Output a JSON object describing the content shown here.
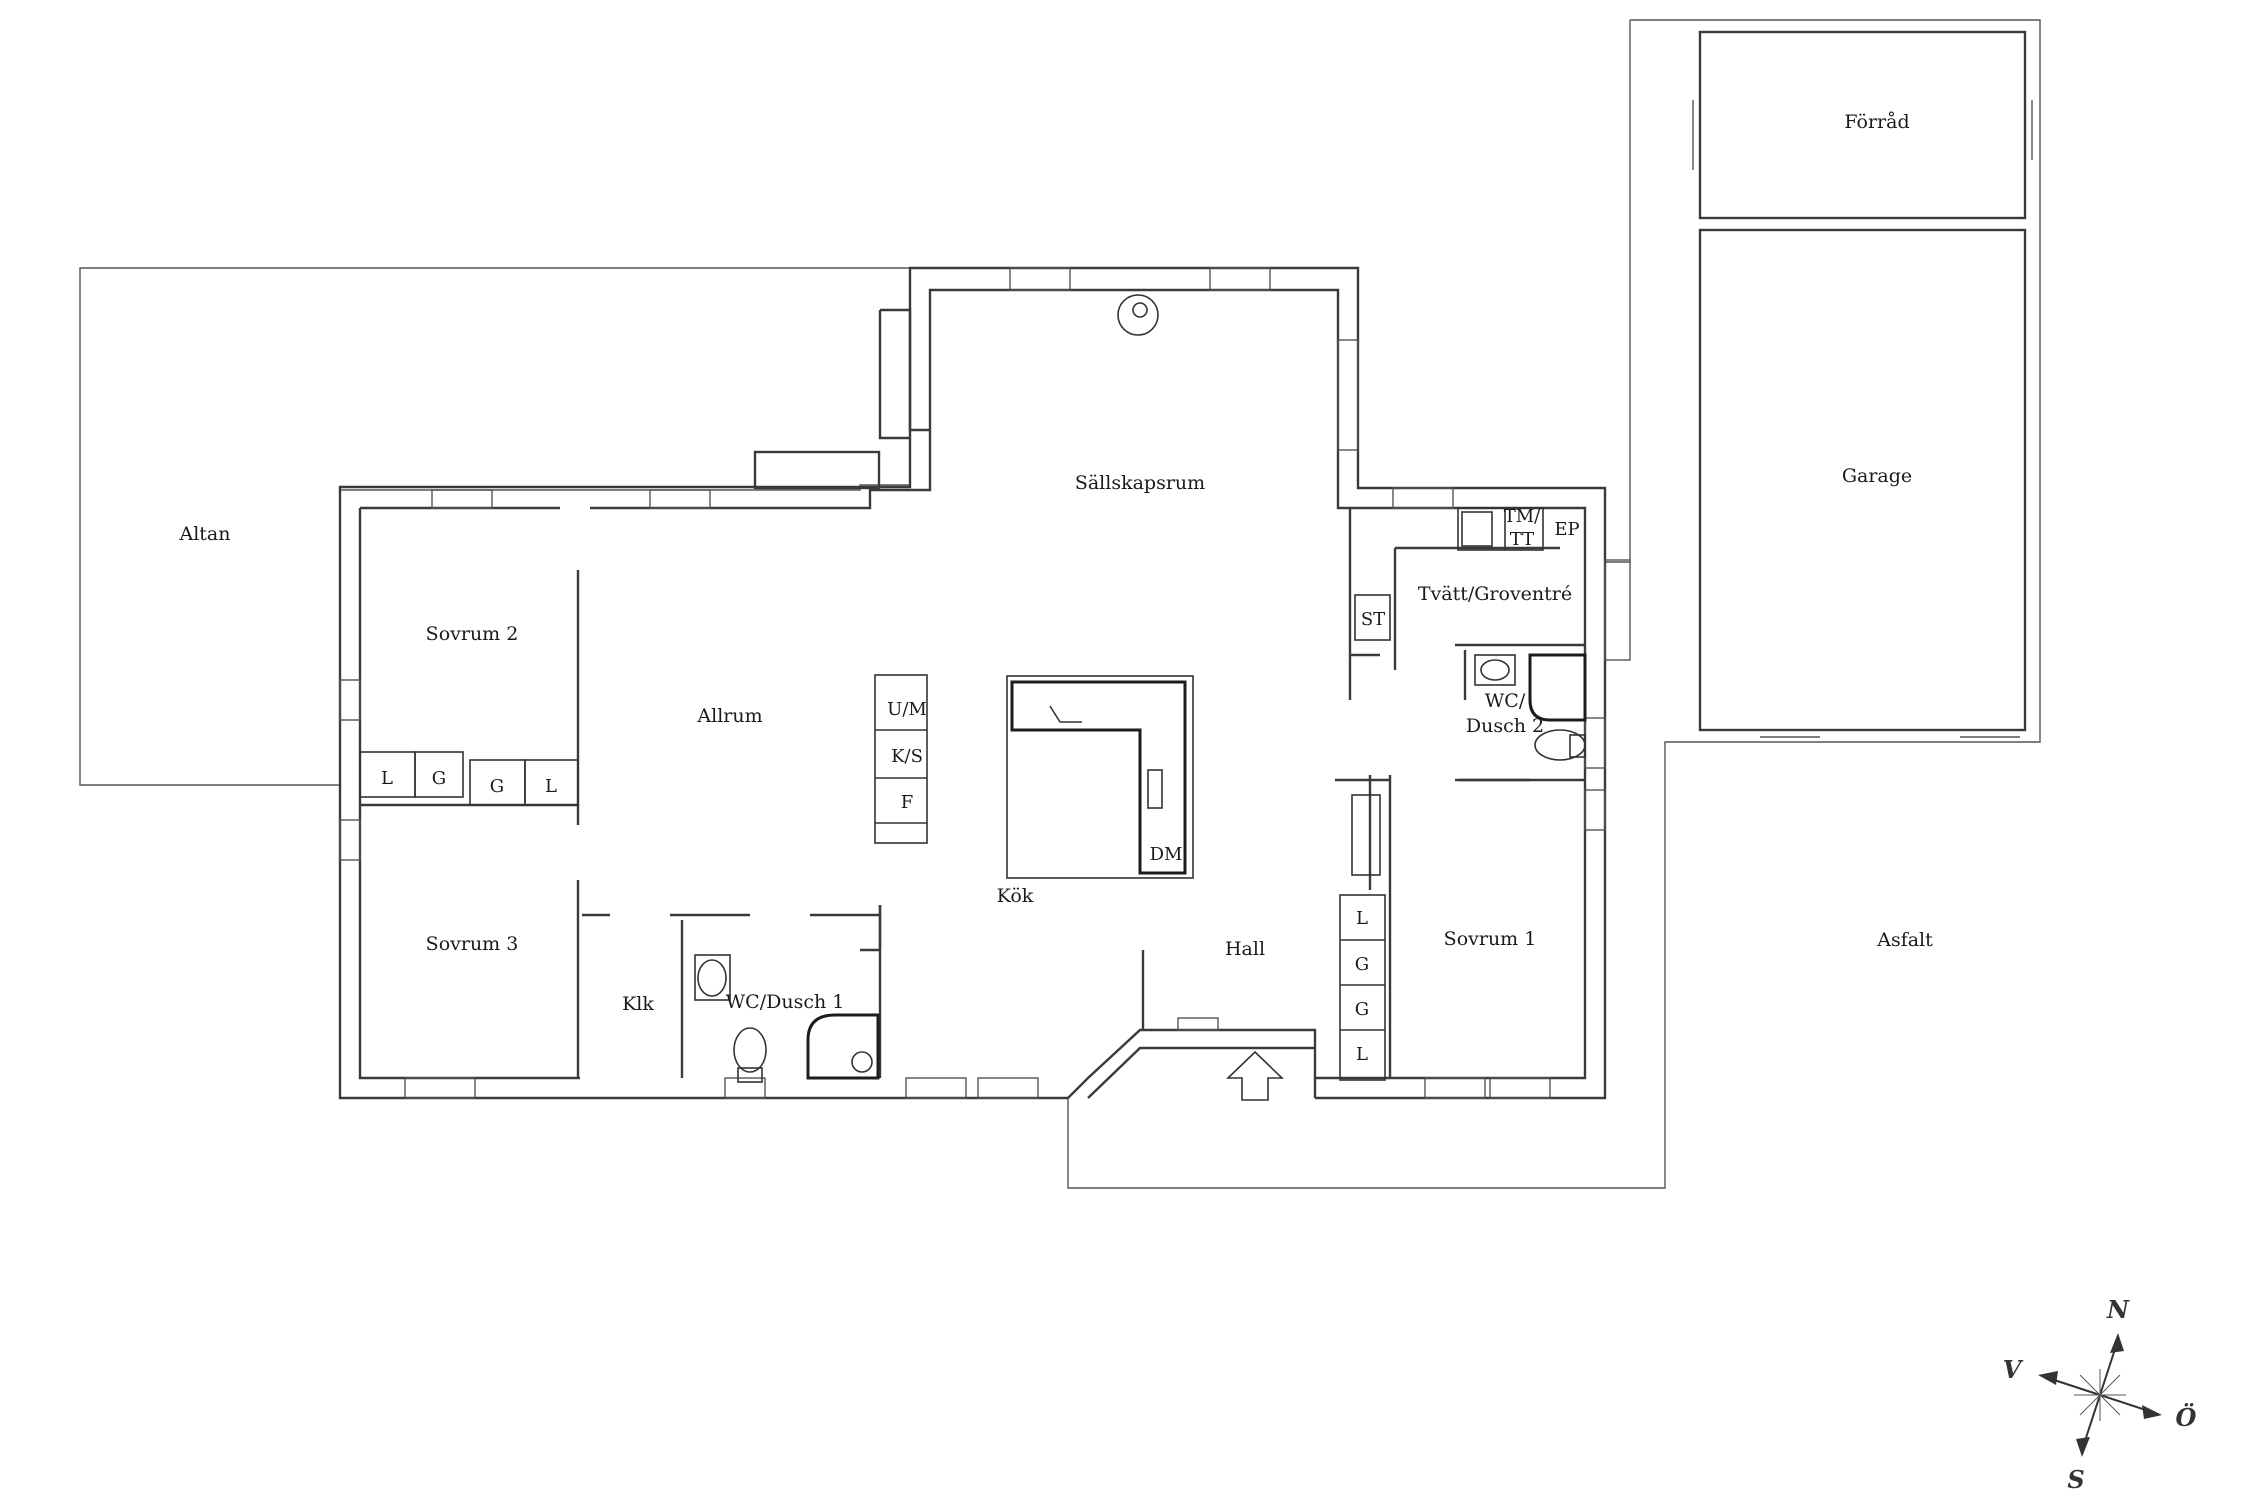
{
  "rooms": {
    "altan": "Altan",
    "sallskapsrum": "Sällskapsrum",
    "sovrum2": "Sovrum 2",
    "allrum": "Allrum",
    "sovrum3": "Sovrum 3",
    "klk": "Klk",
    "wc_dusch1": "WC/Dusch 1",
    "kok": "Kök",
    "hall": "Hall",
    "sovrum1": "Sovrum 1",
    "tvatt": "Tvätt/Groventré",
    "wc_dusch2_line1": "WC/",
    "wc_dusch2_line2": "Dusch 2",
    "forrad": "Förråd",
    "garage": "Garage",
    "asfalt": "Asfalt"
  },
  "fixtures": {
    "um": "U/M",
    "ks": "K/S",
    "f": "F",
    "dm": "DM",
    "tm": "TM/",
    "tt": "TT",
    "ep": "EP",
    "st": "ST",
    "closet_s2_left": "L",
    "closet_s2_right": "G",
    "closet_s3_left": "G",
    "closet_s3_right": "L",
    "hall_closet_1": "L",
    "hall_closet_2": "G",
    "hall_closet_3": "G",
    "hall_closet_4": "L"
  },
  "compass": {
    "n": "N",
    "s": "S",
    "v": "V",
    "o": "Ö"
  }
}
